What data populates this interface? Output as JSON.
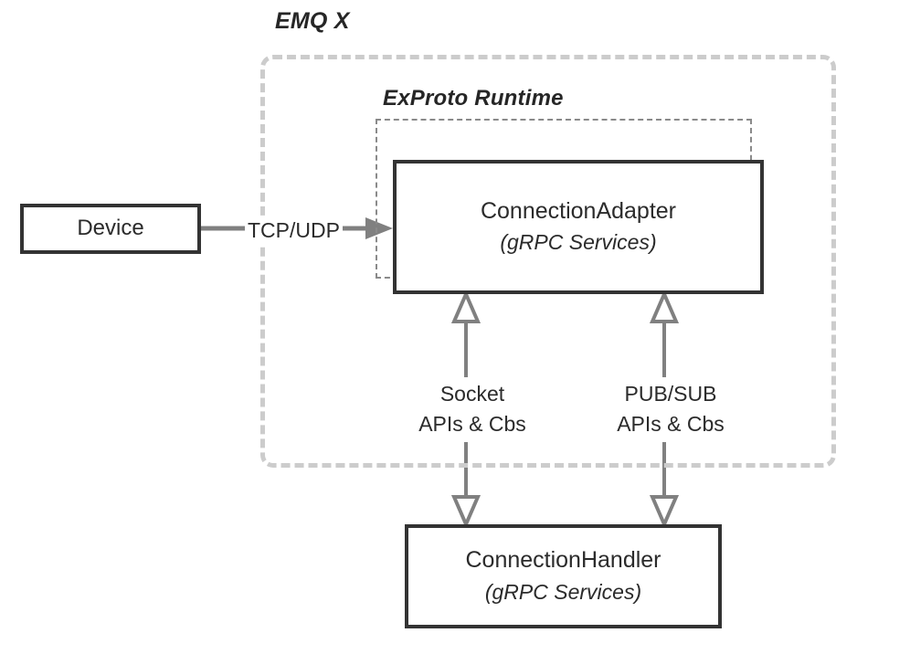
{
  "diagram": {
    "title_regions": {
      "emqx": "EMQ X",
      "exproto": "ExProto Runtime"
    },
    "nodes": {
      "device": {
        "title": "Device"
      },
      "connection_adapter": {
        "title": "ConnectionAdapter",
        "subtitle": "(gRPC Services)"
      },
      "connection_handler": {
        "title": "ConnectionHandler",
        "subtitle": "(gRPC Services)"
      }
    },
    "edges": {
      "tcp_udp": "TCP/UDP",
      "socket": {
        "line1": "Socket",
        "line2": "APIs & Cbs"
      },
      "pubsub": {
        "line1": "PUB/SUB",
        "line2": "APIs & Cbs"
      }
    },
    "colors": {
      "box_border": "#333333",
      "region_outer_dash": "#cccccc",
      "region_inner_dash": "#8a8a8a",
      "arrow_gray": "#808080",
      "text": "#2b2b2b",
      "background": "#ffffff"
    }
  }
}
